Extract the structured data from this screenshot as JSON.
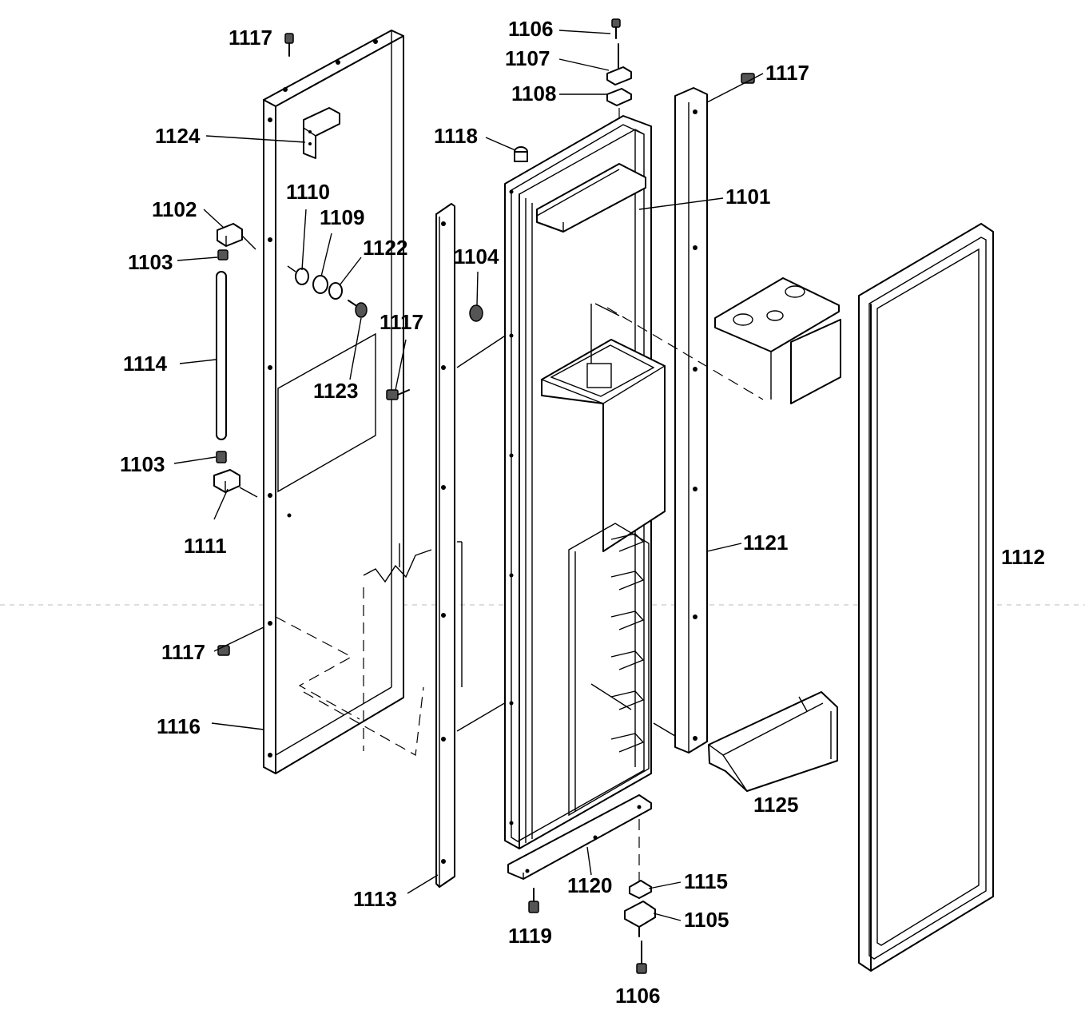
{
  "callouts": [
    {
      "key": "c1117a",
      "text": "1117"
    },
    {
      "key": "c1106a",
      "text": "1106"
    },
    {
      "key": "c1107",
      "text": "1107"
    },
    {
      "key": "c1117b",
      "text": "1117"
    },
    {
      "key": "c1108",
      "text": "1108"
    },
    {
      "key": "c1124",
      "text": "1124"
    },
    {
      "key": "c1118",
      "text": "1118"
    },
    {
      "key": "c1110",
      "text": "1110"
    },
    {
      "key": "c1101",
      "text": "1101"
    },
    {
      "key": "c1102",
      "text": "1102"
    },
    {
      "key": "c1109",
      "text": "1109"
    },
    {
      "key": "c1122",
      "text": "1122"
    },
    {
      "key": "c1104",
      "text": "1104"
    },
    {
      "key": "c1103a",
      "text": "1103"
    },
    {
      "key": "c1117c",
      "text": "1117"
    },
    {
      "key": "c1114",
      "text": "1114"
    },
    {
      "key": "c1123",
      "text": "1123"
    },
    {
      "key": "c1103b",
      "text": "1103"
    },
    {
      "key": "c1111",
      "text": "1111"
    },
    {
      "key": "c1121",
      "text": "1121"
    },
    {
      "key": "c1112",
      "text": "1112"
    },
    {
      "key": "c1117d",
      "text": "1117"
    },
    {
      "key": "c1116",
      "text": "1116"
    },
    {
      "key": "c1125",
      "text": "1125"
    },
    {
      "key": "c1115",
      "text": "1115"
    },
    {
      "key": "c1113",
      "text": "1113"
    },
    {
      "key": "c1120",
      "text": "1120"
    },
    {
      "key": "c1105",
      "text": "1105"
    },
    {
      "key": "c1119",
      "text": "1119"
    },
    {
      "key": "c1106b",
      "text": "1106"
    }
  ]
}
